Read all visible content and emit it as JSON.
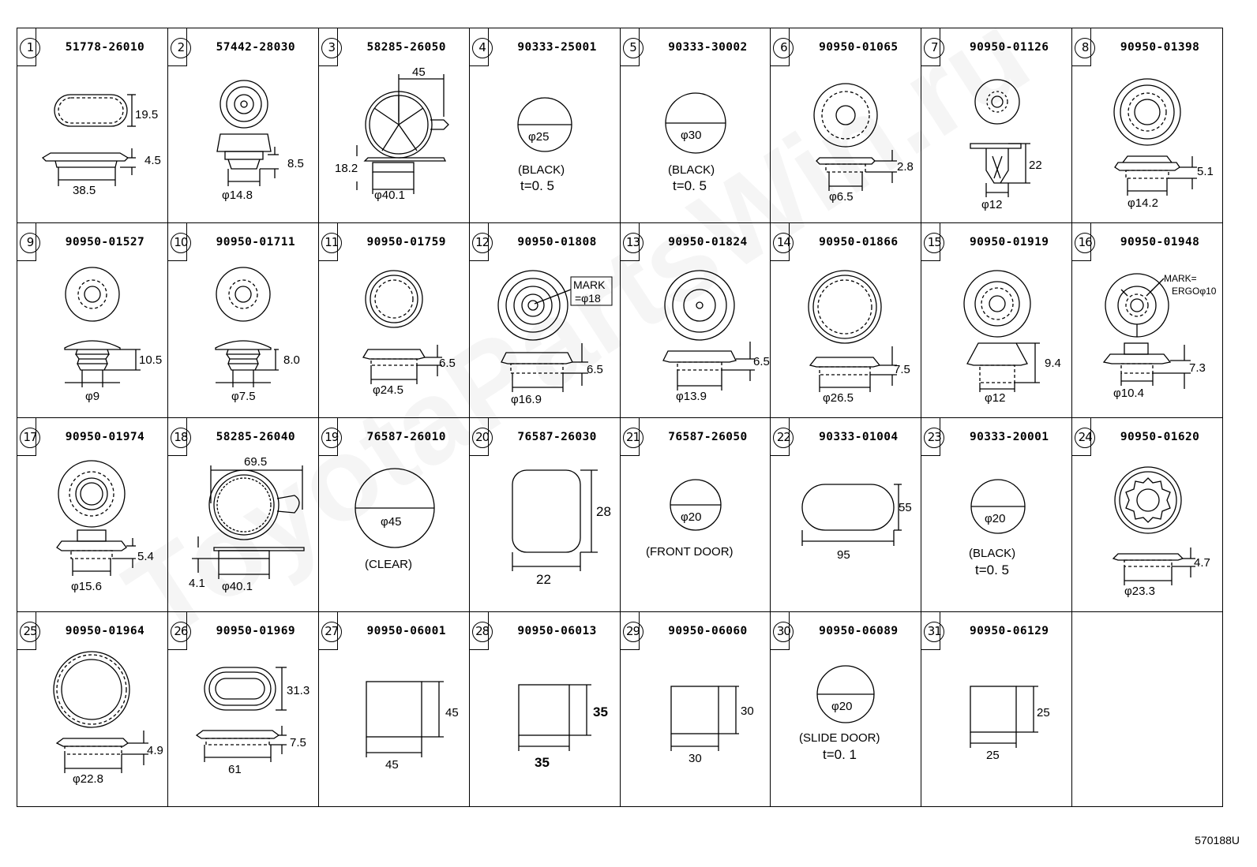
{
  "drawing_code": "570188U",
  "watermark": "ToyotaPartsWin.ru",
  "parts": [
    {
      "num": "1",
      "pn": "51778-26010",
      "labels": {
        "a": "19.5",
        "b": "4.5",
        "c": "38.5"
      }
    },
    {
      "num": "2",
      "pn": "57442-28030",
      "labels": {
        "a": "8.5",
        "b": "φ14.8"
      }
    },
    {
      "num": "3",
      "pn": "58285-26050",
      "labels": {
        "a": "45",
        "b": "18.2",
        "c": "φ40.1"
      }
    },
    {
      "num": "4",
      "pn": "90333-25001",
      "labels": {
        "a": "φ25",
        "b": "(BLACK)",
        "c": "t=0. 5"
      }
    },
    {
      "num": "5",
      "pn": "90333-30002",
      "labels": {
        "a": "φ30",
        "b": "(BLACK)",
        "c": "t=0. 5"
      }
    },
    {
      "num": "6",
      "pn": "90950-01065",
      "labels": {
        "a": "2.8",
        "b": "φ6.5"
      }
    },
    {
      "num": "7",
      "pn": "90950-01126",
      "labels": {
        "a": "22",
        "b": "φ12"
      }
    },
    {
      "num": "8",
      "pn": "90950-01398",
      "labels": {
        "a": "5.1",
        "b": "φ14.2"
      }
    },
    {
      "num": "9",
      "pn": "90950-01527",
      "labels": {
        "a": "10.5",
        "b": "φ9"
      }
    },
    {
      "num": "10",
      "pn": "90950-01711",
      "labels": {
        "a": "8.0",
        "b": "φ7.5"
      }
    },
    {
      "num": "11",
      "pn": "90950-01759",
      "labels": {
        "a": "6.5",
        "b": "φ24.5"
      }
    },
    {
      "num": "12",
      "pn": "90950-01808",
      "labels": {
        "a": "MARK",
        "b": "=φ18",
        "c": "6.5",
        "d": "φ16.9"
      }
    },
    {
      "num": "13",
      "pn": "90950-01824",
      "labels": {
        "a": "6.5",
        "b": "φ13.9"
      }
    },
    {
      "num": "14",
      "pn": "90950-01866",
      "labels": {
        "a": "7.5",
        "b": "φ26.5"
      }
    },
    {
      "num": "15",
      "pn": "90950-01919",
      "labels": {
        "a": "9.4",
        "b": "φ12"
      }
    },
    {
      "num": "16",
      "pn": "90950-01948",
      "labels": {
        "a": "MARK=",
        "b": "ERGOφ10",
        "c": "7.3",
        "d": "φ10.4"
      }
    },
    {
      "num": "17",
      "pn": "90950-01974",
      "labels": {
        "a": "5.4",
        "b": "φ15.6"
      }
    },
    {
      "num": "18",
      "pn": "58285-26040",
      "labels": {
        "a": "69.5",
        "b": "4.1",
        "c": "φ40.1"
      }
    },
    {
      "num": "19",
      "pn": "76587-26010",
      "labels": {
        "a": "φ45",
        "b": "(CLEAR)"
      }
    },
    {
      "num": "20",
      "pn": "76587-26030",
      "labels": {
        "a": "28",
        "b": "22"
      }
    },
    {
      "num": "21",
      "pn": "76587-26050",
      "labels": {
        "a": "φ20",
        "b": "(FRONT DOOR)"
      }
    },
    {
      "num": "22",
      "pn": "90333-01004",
      "labels": {
        "a": "55",
        "b": "95"
      }
    },
    {
      "num": "23",
      "pn": "90333-20001",
      "labels": {
        "a": "φ20",
        "b": "(BLACK)",
        "c": "t=0. 5"
      }
    },
    {
      "num": "24",
      "pn": "90950-01620",
      "labels": {
        "a": "4.7",
        "b": "φ23.3"
      }
    },
    {
      "num": "25",
      "pn": "90950-01964",
      "labels": {
        "a": "4.9",
        "b": "φ22.8"
      }
    },
    {
      "num": "26",
      "pn": "90950-01969",
      "labels": {
        "a": "31.3",
        "b": "7.5",
        "c": "61"
      }
    },
    {
      "num": "27",
      "pn": "90950-06001",
      "labels": {
        "a": "45",
        "b": "45"
      }
    },
    {
      "num": "28",
      "pn": "90950-06013",
      "labels": {
        "a": "35",
        "b": "35"
      }
    },
    {
      "num": "29",
      "pn": "90950-06060",
      "labels": {
        "a": "30",
        "b": "30"
      }
    },
    {
      "num": "30",
      "pn": "90950-06089",
      "labels": {
        "a": "φ20",
        "b": "(SLIDE DOOR)",
        "c": "t=0. 1"
      }
    },
    {
      "num": "31",
      "pn": "90950-06129",
      "labels": {
        "a": "25",
        "b": "25"
      }
    }
  ]
}
